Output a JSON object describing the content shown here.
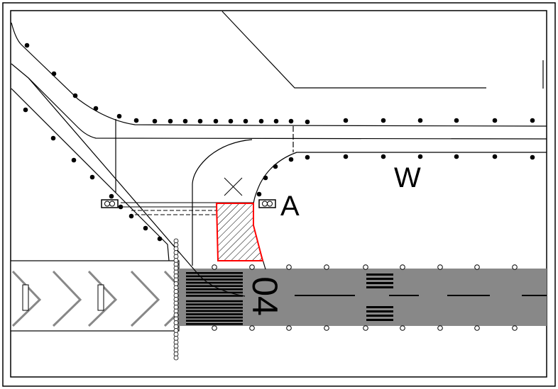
{
  "diagram": {
    "taxiway_labels": [
      "W",
      "A"
    ],
    "runway_designator": "04",
    "colors": {
      "runway": "#888888",
      "hot_spot": "#ff0000",
      "chevron": "#888888",
      "lines": "#000000"
    }
  }
}
